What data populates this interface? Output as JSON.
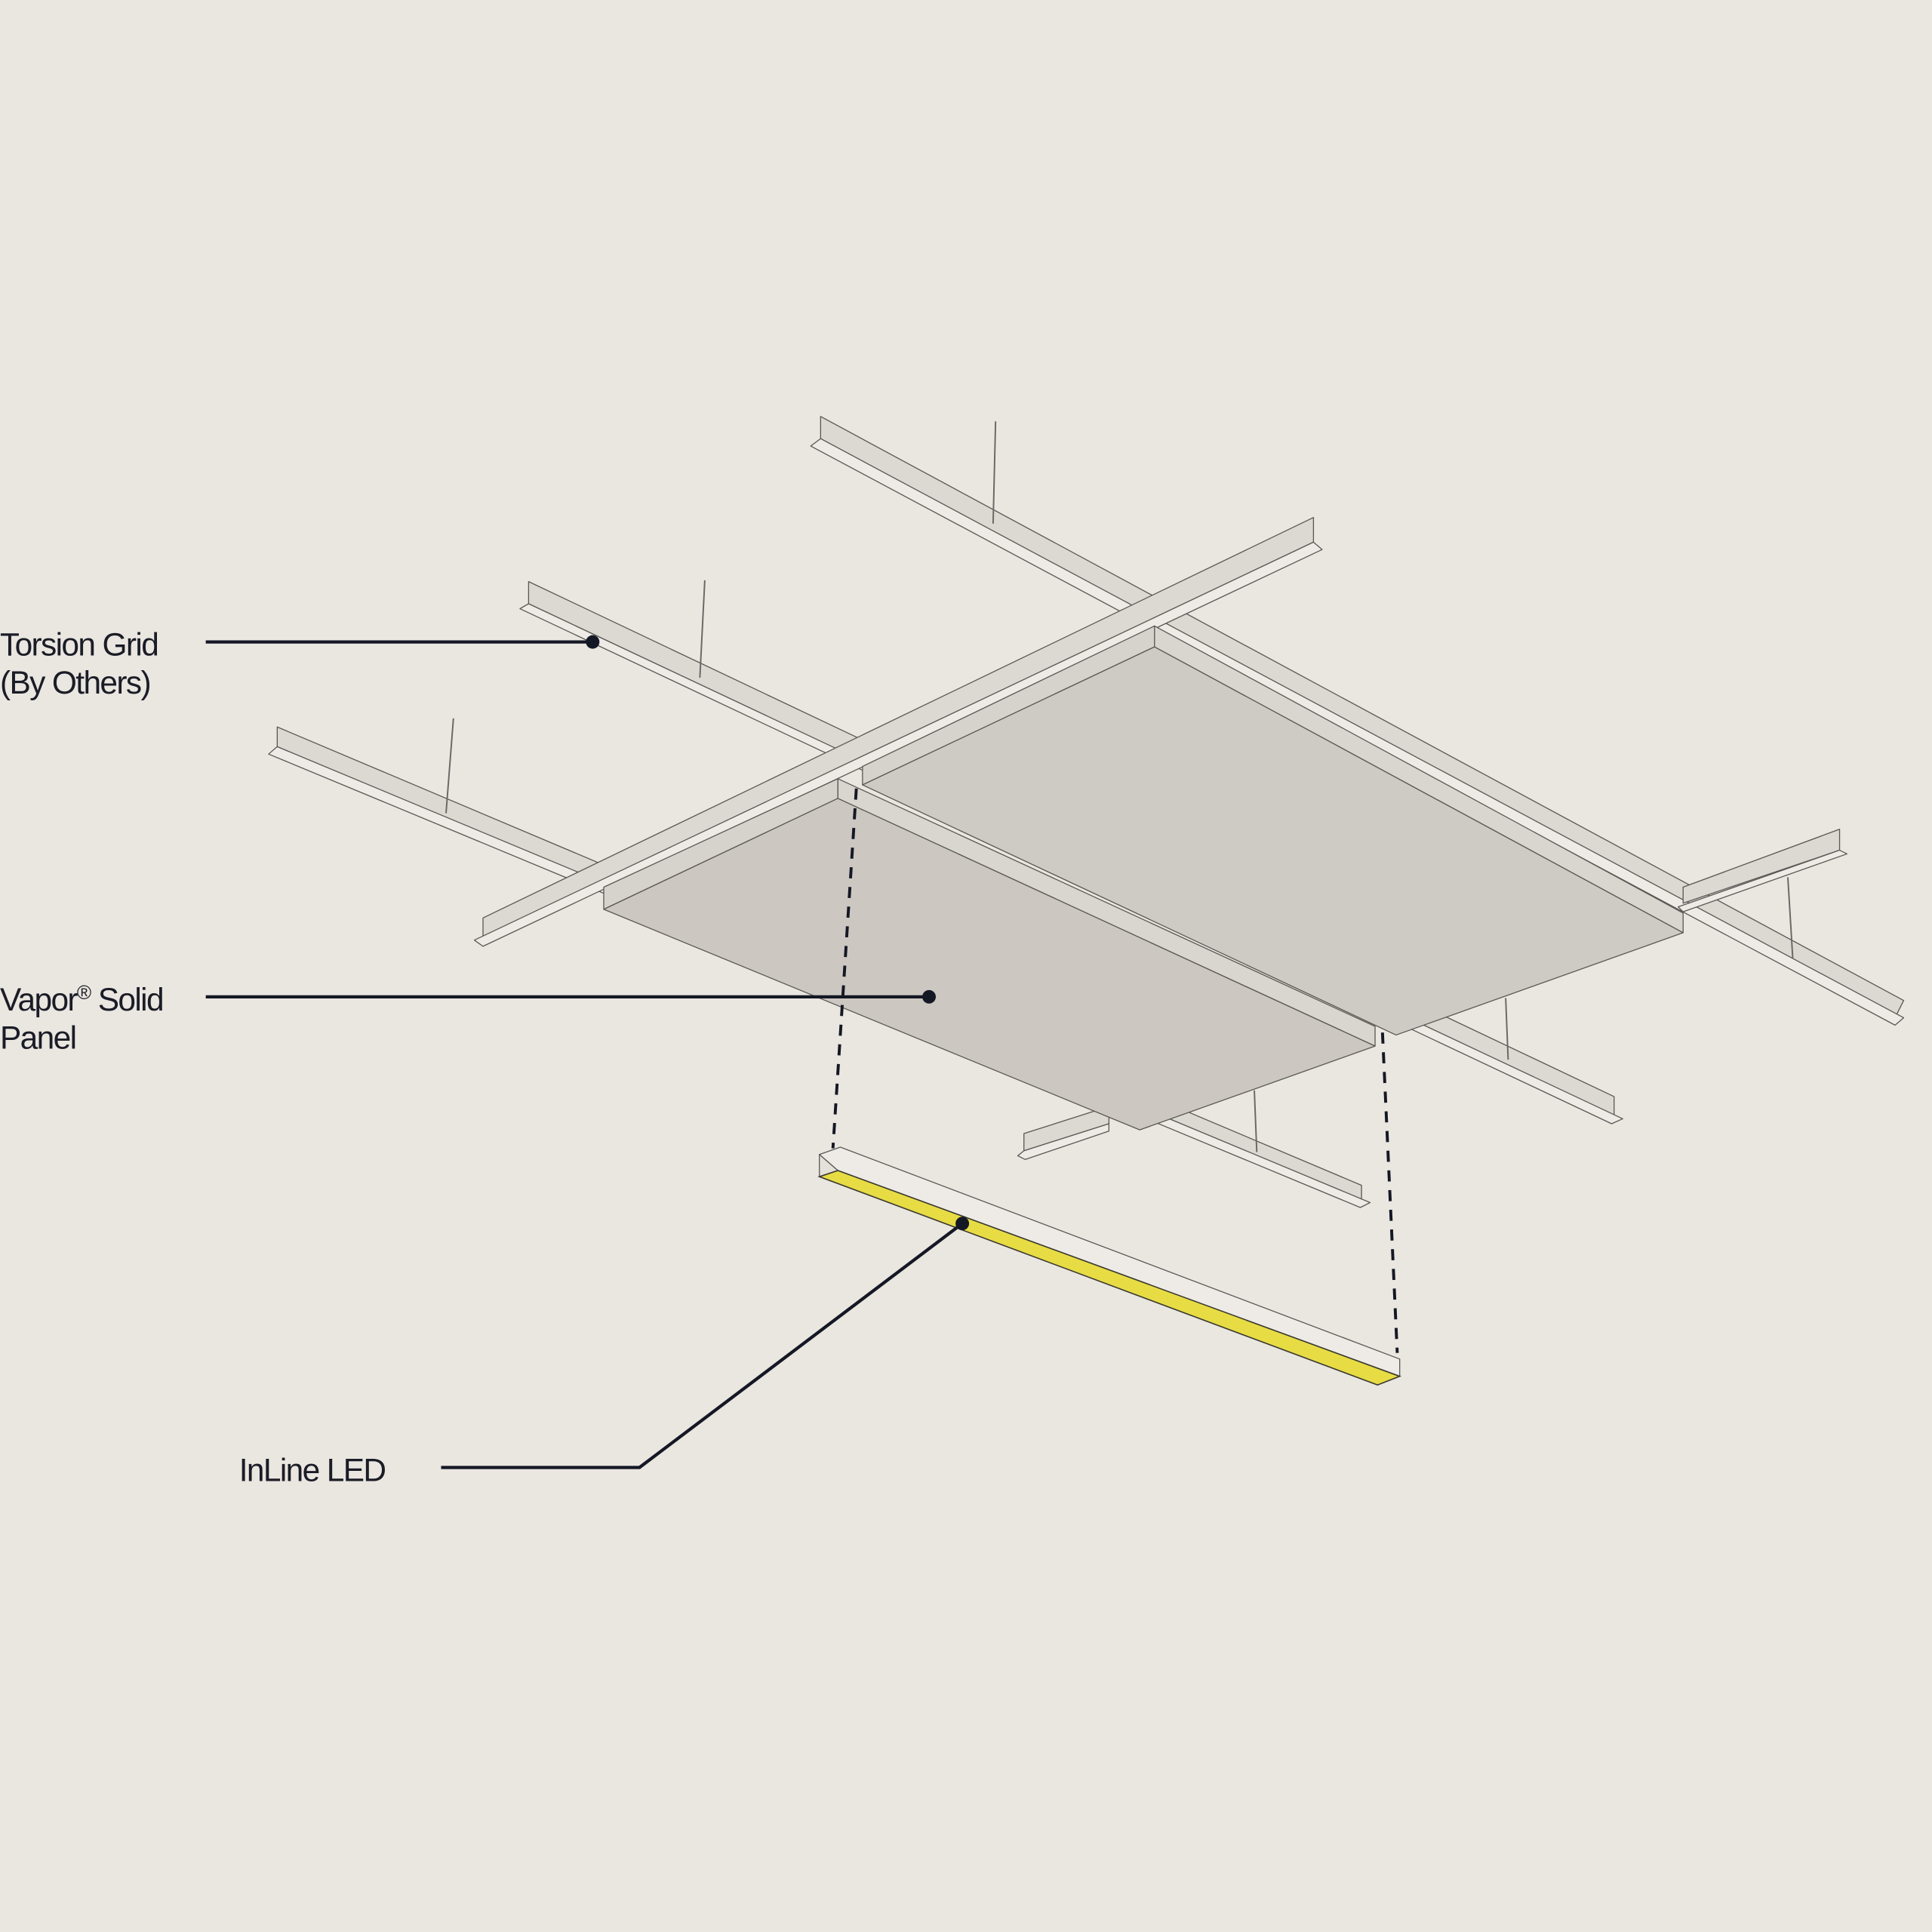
{
  "labels": {
    "torsion_grid": {
      "line1": "Torsion Grid",
      "line2": "(By Others)"
    },
    "vapor_panel": {
      "line1_a": "Vapor",
      "line1_sup": "®",
      "line1_b": " Solid",
      "line2": "Panel"
    },
    "inline_led": {
      "line1": "InLine LED"
    }
  },
  "colors": {
    "background": "#EAE6E0",
    "led_lens": "#E8DC45",
    "panel": "#CEC9C3",
    "leader": "#141824"
  }
}
